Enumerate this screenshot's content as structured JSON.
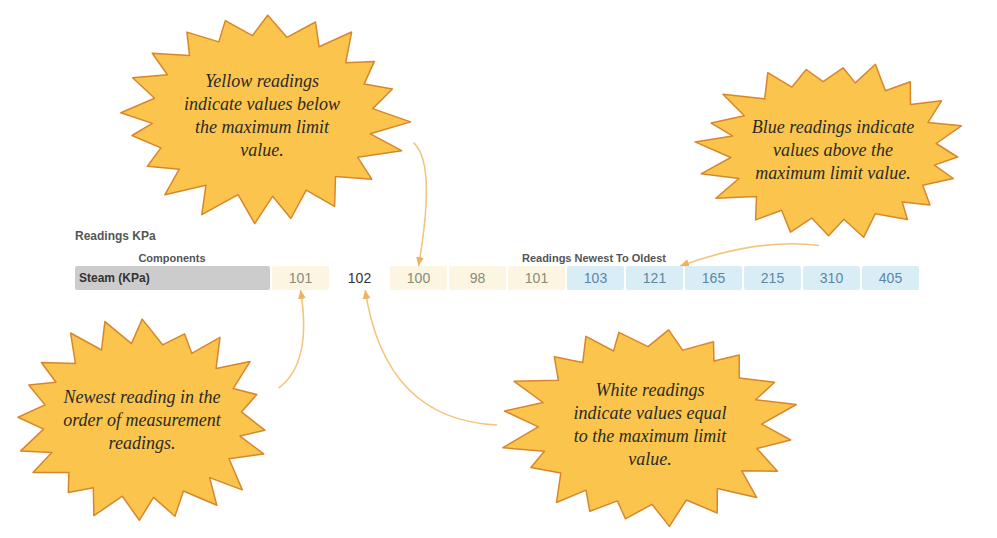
{
  "diagram": {
    "nodes": [
      {
        "text": [
          "Yellow readings indicate values below the maximum limit value."
        ]
      },
      {
        "text": [
          "Blue readings indicate values above the maximum limit value."
        ]
      },
      {
        "text": [
          "Steam (KPa)"
        ]
      },
      {
        "text": [
          "101"
        ]
      },
      {
        "text": [
          "102"
        ]
      },
      {
        "text": [
          "100"
        ]
      },
      {
        "text": [
          "98"
        ]
      },
      {
        "text": [
          "101"
        ]
      },
      {
        "text": [
          "103"
        ]
      },
      {
        "text": [
          "121"
        ]
      },
      {
        "text": [
          "165"
        ]
      },
      {
        "text": [
          "215"
        ]
      },
      {
        "text": [
          "310"
        ]
      },
      {
        "text": [
          "405"
        ]
      },
      {
        "text": [
          "Newest reading in the order of measurement readings."
        ]
      },
      {
        "text": [
          "White readings indicate values equal to the maximum limit value."
        ]
      }
    ],
    "edges": [
      {
        "from": 0,
        "to": 5,
        "arrow": "to"
      },
      {
        "from": 1,
        "to": 9,
        "arrow": "to"
      },
      {
        "from": 14,
        "to": 3,
        "arrow": "to"
      },
      {
        "from": 15,
        "to": 4,
        "arrow": "to"
      }
    ],
    "labels": [
      "Readings KPa",
      "Components",
      "Readings Newest To Oldest"
    ]
  }
}
